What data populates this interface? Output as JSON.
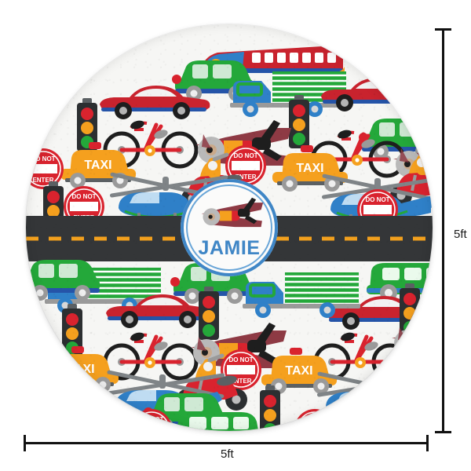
{
  "product": {
    "type": "round-area-rug",
    "shape": "circle",
    "theme": "Transportation",
    "background_color": "#f6f6f4"
  },
  "monogram_badge": {
    "name_text": "JAMIE",
    "name_color": "#3f86c6",
    "ring_outer_color": "#3f86c6",
    "ring_inner_color": "#6aa6d8",
    "badge_fill": "#fbfbfa",
    "icon_name": "airplane-icon"
  },
  "road_band": {
    "surface_color": "#343638",
    "center_line_color": "#f2a01d",
    "center_line_style": "dashed"
  },
  "dimensions": {
    "right_label": "5ft",
    "bottom_label": "5ft",
    "line_color": "#111111"
  },
  "pattern_palette": {
    "red": "#d9232e",
    "dark_red": "#8e3a44",
    "green": "#24a83a",
    "blue": "#2f80c8",
    "dark_blue": "#2554a8",
    "orange": "#f5a01e",
    "grey": "#9a9a9a",
    "dark_grey": "#5b6063",
    "black": "#1e1e1e",
    "white": "#ffffff"
  },
  "pattern_motifs": [
    {
      "name": "airplane",
      "label": ""
    },
    {
      "name": "helicopter",
      "label": ""
    },
    {
      "name": "taxi-cab",
      "label": "TAXI"
    },
    {
      "name": "traffic-light",
      "label": ""
    },
    {
      "name": "do-not-enter-sign",
      "label": "DO NOT ENTER"
    },
    {
      "name": "bicycle",
      "label": ""
    },
    {
      "name": "scooter",
      "label": ""
    },
    {
      "name": "sports-car",
      "label": ""
    },
    {
      "name": "box-truck",
      "label": ""
    },
    {
      "name": "hatchback-car",
      "label": ""
    },
    {
      "name": "van",
      "label": ""
    },
    {
      "name": "train",
      "label": ""
    }
  ],
  "sign_text": {
    "do_not": "DO NOT",
    "enter": "ENTER",
    "taxi": "TAXI"
  }
}
